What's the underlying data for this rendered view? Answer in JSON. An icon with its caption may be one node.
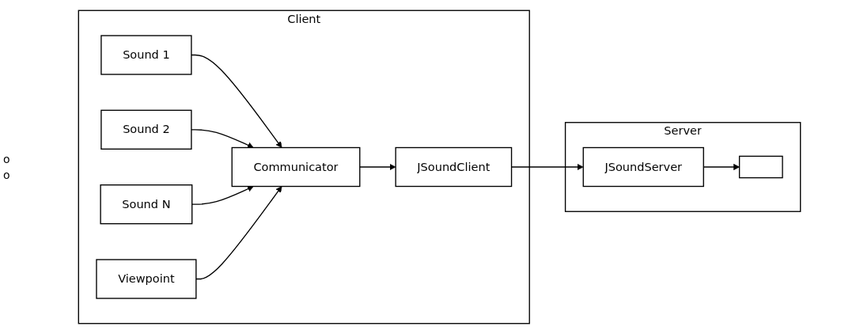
{
  "diagram": {
    "nodes": [
      {
        "text": [
          "Client"
        ]
      },
      {
        "text": [
          "Sound 1"
        ],
        "in": 0
      },
      {
        "text": [
          "Sound 2"
        ],
        "in": 0
      },
      {
        "text": [
          "Sound N"
        ],
        "in": 0
      },
      {
        "text": [
          "Viewpoint"
        ],
        "in": 0
      },
      {
        "text": [
          "Communicator"
        ],
        "in": 0
      },
      {
        "text": [
          "JSoundClient"
        ],
        "in": 0
      },
      {
        "text": [
          "Server"
        ]
      },
      {
        "text": [
          "JSoundServer"
        ],
        "in": 7
      },
      {
        "text": [],
        "shape": "box",
        "in": 7
      }
    ],
    "edges": [
      {
        "from": 1,
        "to": 5,
        "arrow": "to"
      },
      {
        "from": 2,
        "to": 5,
        "arrow": "to"
      },
      {
        "from": 3,
        "to": 5,
        "arrow": "to"
      },
      {
        "from": 4,
        "to": 5,
        "arrow": "to"
      },
      {
        "from": 5,
        "to": 6,
        "arrow": "to"
      },
      {
        "from": 6,
        "to": 8,
        "arrow": "to"
      },
      {
        "from": 8,
        "to": 9,
        "arrow": "to"
      }
    ],
    "labels": [
      "o",
      "o"
    ]
  }
}
